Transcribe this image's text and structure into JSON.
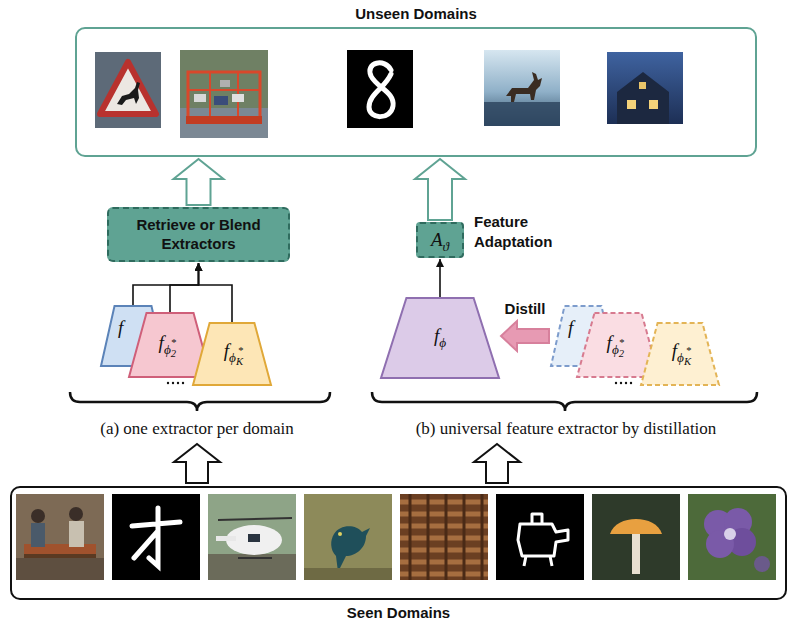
{
  "diagram": {
    "nodes": [
      {
        "text": [
          "Unseen Domains"
        ]
      },
      {
        "text": [
          "Retrieve or Blend Extractors"
        ]
      },
      {
        "text": [
          "f"
        ]
      },
      {
        "text": [
          "fϕ2*"
        ]
      },
      {
        "text": [
          "fϕK*"
        ]
      },
      {
        "text": [
          "Aϑ"
        ]
      },
      {
        "text": [
          "fϕ"
        ]
      },
      {
        "text": [
          "f"
        ]
      },
      {
        "text": [
          "fϕ2*"
        ]
      },
      {
        "text": [
          "fϕK*"
        ]
      },
      {
        "text": [
          "Seen Domains"
        ]
      }
    ],
    "edges": [
      {
        "from": 1,
        "to": 0,
        "arrow": "to"
      },
      {
        "from": 5,
        "to": 0,
        "arrow": "to"
      },
      {
        "from": 2,
        "to": 1,
        "arrow": "to"
      },
      {
        "from": 3,
        "to": 1,
        "arrow": "to"
      },
      {
        "from": 4,
        "to": 1,
        "arrow": "to"
      },
      {
        "from": 6,
        "to": 5,
        "arrow": "to"
      },
      {
        "from": 7,
        "to": 6,
        "arrow": "to",
        "label": "Distill"
      }
    ],
    "labels": [
      "Feature Adaptation",
      "(a) one extractor per domain",
      "(b) universal feature extractor by distillation"
    ]
  }
}
